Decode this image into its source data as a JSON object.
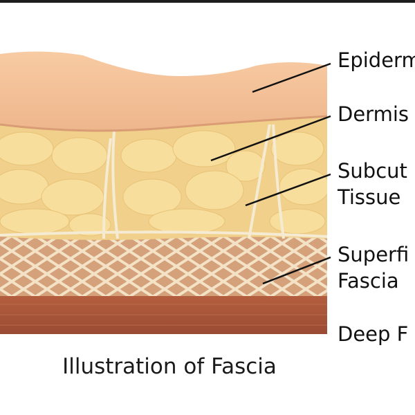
{
  "title": "Illustration of Fascia",
  "labels": {
    "epidermis": "Epiderm",
    "dermis": "Dermis",
    "subcut_line1": "Subcut",
    "subcut_line2": "Tissue",
    "superficial_line1": "Superfi",
    "superficial_line2": "Fascia",
    "deep": "Deep F"
  },
  "colors": {
    "epidermis": "#f6c79e",
    "fat": "#f2d27f",
    "superficial_fascia": "#d6a57c",
    "deep_fascia": "#a8553b"
  }
}
